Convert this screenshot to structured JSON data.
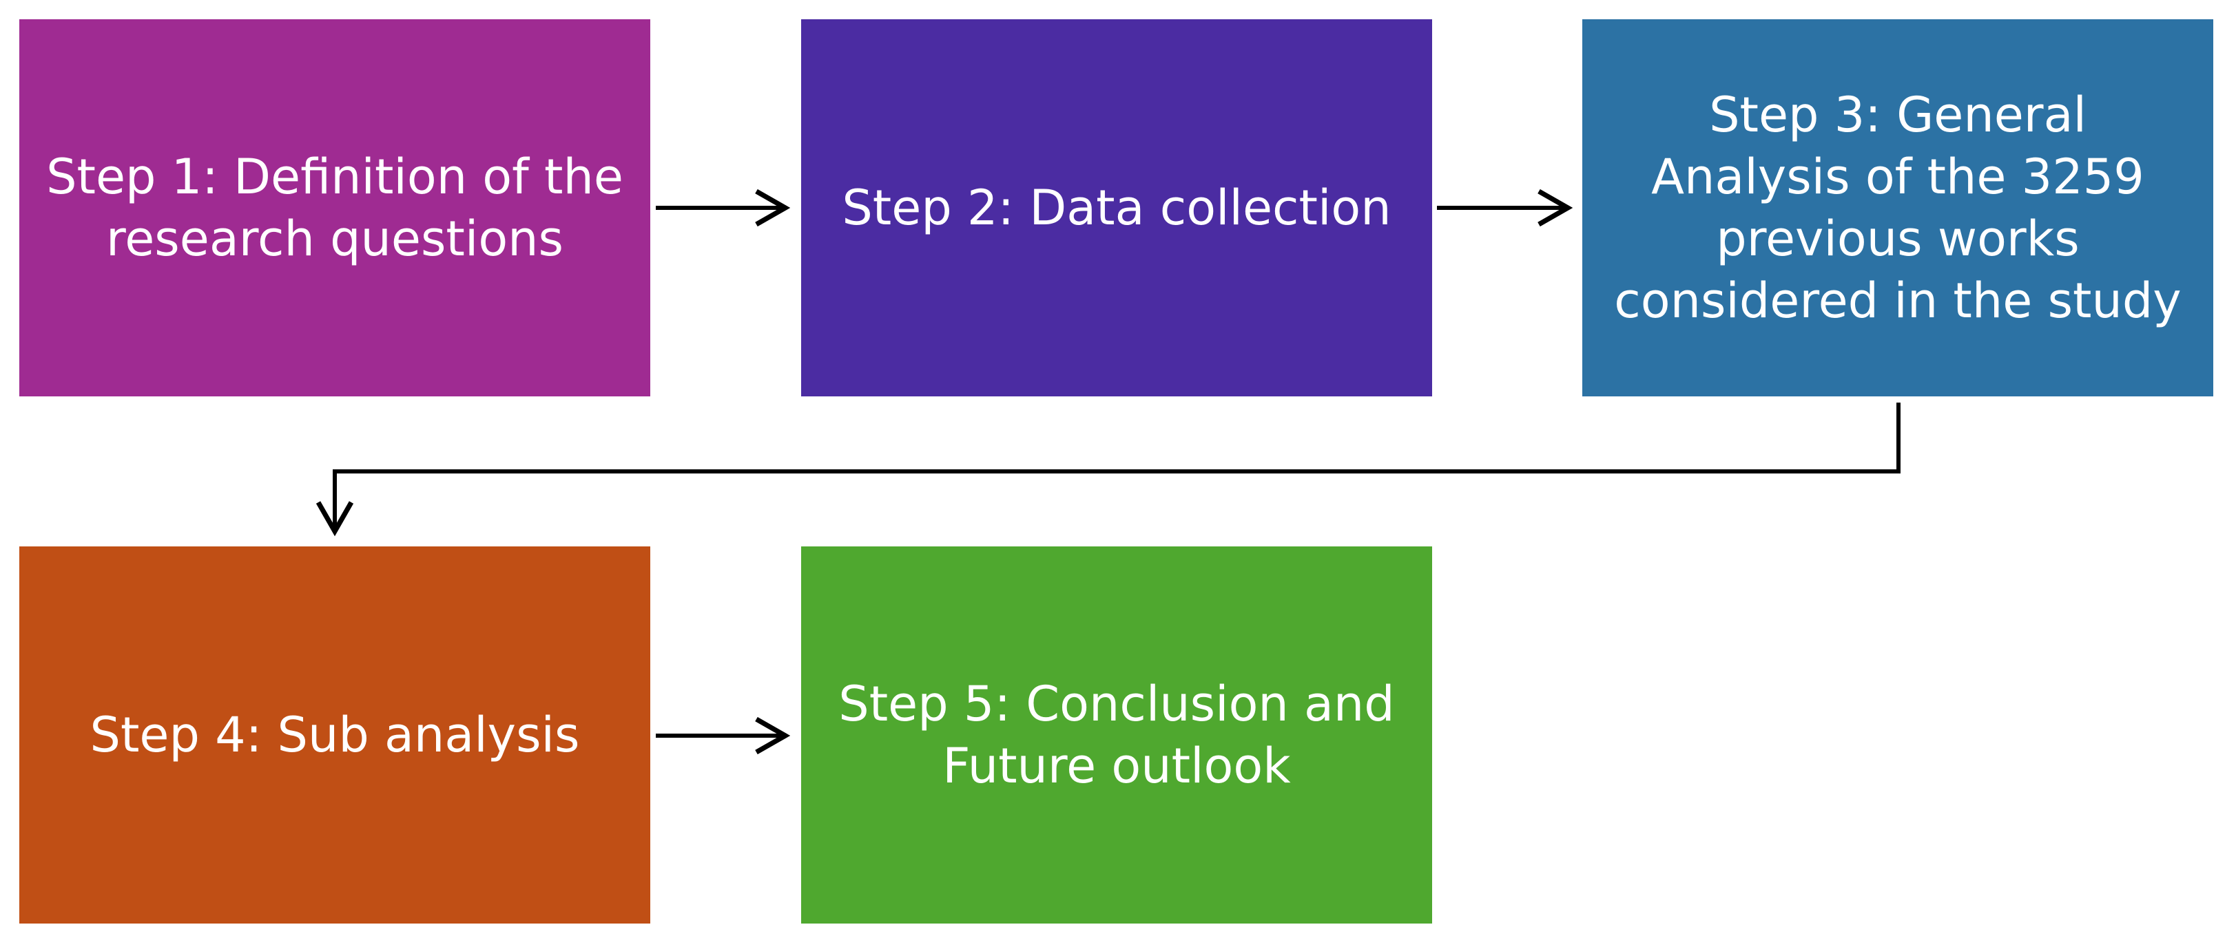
{
  "diagram": {
    "steps": [
      {
        "id": "step1",
        "label": "Step 1: Definition of the\nresearch questions",
        "color": "#9F2B92"
      },
      {
        "id": "step2",
        "label": "Step 2: Data collection",
        "color": "#4B2CA2"
      },
      {
        "id": "step3",
        "label": "Step 3: General\nAnalysis of the 3259\nprevious works\nconsidered in the study",
        "color": "#2C72A4"
      },
      {
        "id": "step4",
        "label": "Step 4: Sub analysis",
        "color": "#C04F15"
      },
      {
        "id": "step5",
        "label": "Step 5: Conclusion and\nFuture outlook",
        "color": "#4FA82F"
      }
    ],
    "edges": [
      {
        "from": "step1",
        "to": "step2"
      },
      {
        "from": "step2",
        "to": "step3"
      },
      {
        "from": "step3",
        "to": "step4"
      },
      {
        "from": "step4",
        "to": "step5"
      }
    ],
    "arrow_color": "#000000"
  }
}
